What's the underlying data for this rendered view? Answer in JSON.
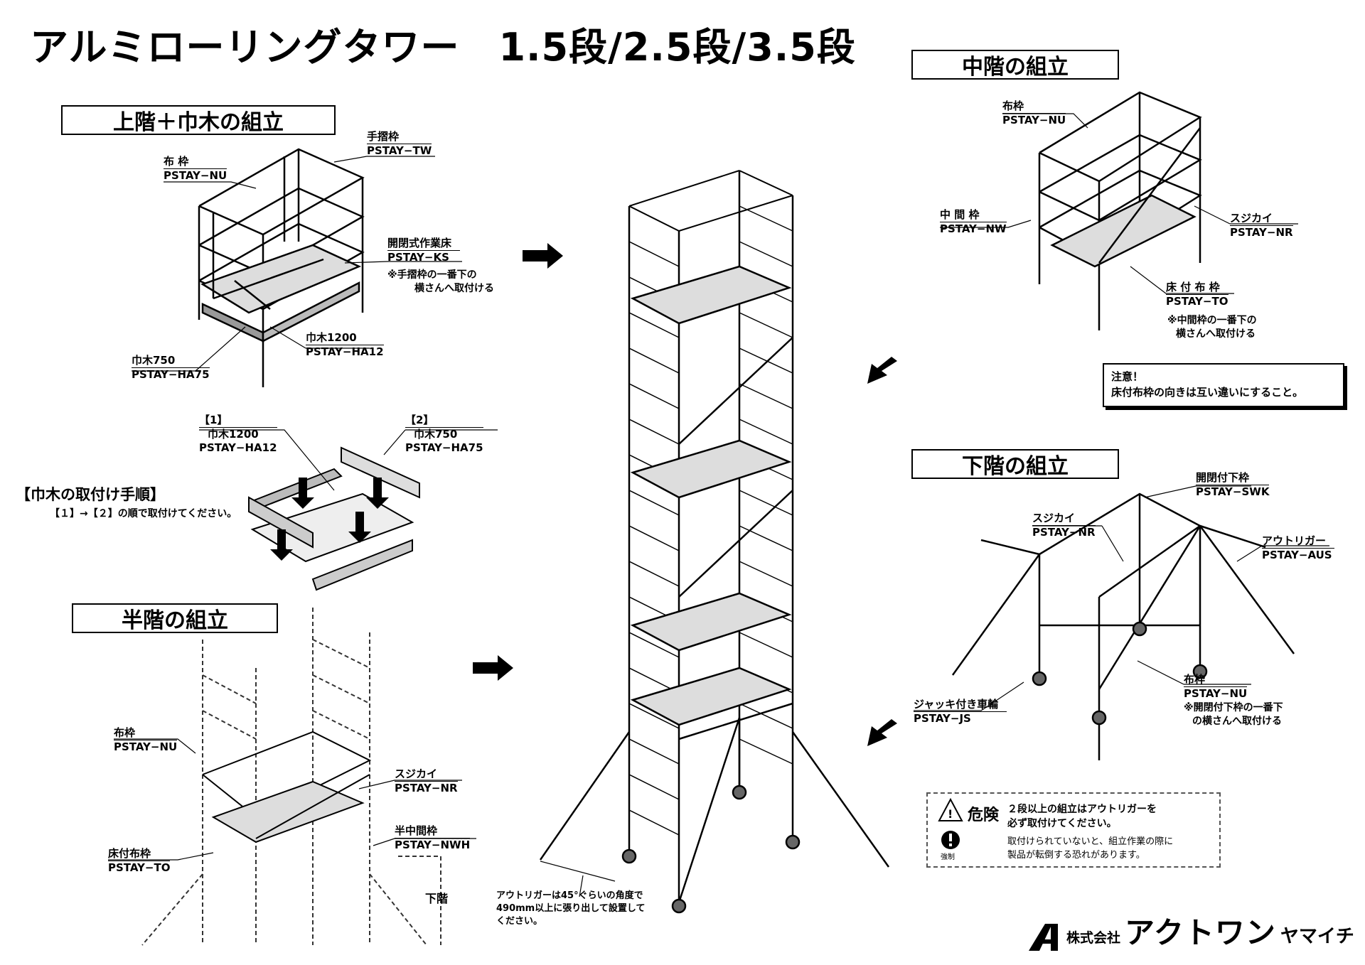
{
  "title": "アルミローリングタワー　1.5段/2.5段/3.5段",
  "sections": {
    "upper": "上階＋巾木の組立",
    "middle": "中階の組立",
    "lower": "下階の組立",
    "half": "半階の組立"
  },
  "upper_labels": {
    "handrail": [
      "手摺枠",
      "PSTAY−TW"
    ],
    "brace": [
      "布 枠",
      "PSTAY−NU"
    ],
    "floor": [
      "開閉式作業床",
      "PSTAY−KS"
    ],
    "floor_note": [
      "※手摺枠の一番下の",
      "横さんへ取付ける"
    ],
    "toe1200": [
      "巾木1200",
      "PSTAY−HA12"
    ],
    "toe750": [
      "巾木750",
      "PSTAY−HA75"
    ]
  },
  "toeboard_procedure": {
    "heading": "【巾木の取付け手順】",
    "text": "【１】→【２】の順で取付けてください。",
    "step1": [
      "【1】",
      "巾木1200",
      "PSTAY−HA12"
    ],
    "step2": [
      "【2】",
      "巾木750",
      "PSTAY−HA75"
    ]
  },
  "middle_labels": {
    "brace": [
      "布枠",
      "PSTAY−NU"
    ],
    "mid_frame": [
      "中 間 枠",
      "PSTAY−NW"
    ],
    "diagonal": [
      "スジカイ",
      "PSTAY−NR"
    ],
    "floor_frame": [
      "床 付 布 枠",
      "PSTAY−TO"
    ],
    "floor_note": [
      "※中間枠の一番下の",
      "横さんへ取付ける"
    ]
  },
  "caution": {
    "heading": "注意！",
    "text": "床付布枠の向きは互い違いにすること。"
  },
  "lower_labels": {
    "open_frame": [
      "開閉付下枠",
      "PSTAY−SWK"
    ],
    "diagonal": [
      "スジカイ",
      "PSTAY−NR"
    ],
    "outrigger": [
      "アウトリガー",
      "PSTAY−AUS"
    ],
    "brace": [
      "布枠",
      "PSTAY−NU"
    ],
    "brace_note": [
      "※開閉付下枠の一番下",
      "の横さんへ取付ける"
    ],
    "caster": [
      "ジャッキ付き車輪",
      "PSTAY−JS"
    ]
  },
  "half_labels": {
    "brace": [
      "布枠",
      "PSTAY−NU"
    ],
    "diagonal": [
      "スジカイ",
      "PSTAY−NR"
    ],
    "half_mid": [
      "半中間枠",
      "PSTAY−NWH"
    ],
    "floor_frame": [
      "床付布枠",
      "PSTAY−TO"
    ],
    "lower_floor": "下階"
  },
  "outrigger_note": [
    "アウトリガーは45°ぐらいの角度で",
    "490mm以上に張り出して設置して",
    "ください。"
  ],
  "danger": {
    "word": "危険",
    "message": [
      "２段以上の組立はアウトリガーを",
      "必ず取付けてください。"
    ],
    "detail": [
      "取付けられていないと、組立作業の際に",
      "製品が転倒する恐れがあります。"
    ],
    "mandatory": "強制"
  },
  "logo": {
    "corp": "株式会社",
    "name": "アクトワン",
    "sub": "ヤマイチ"
  }
}
